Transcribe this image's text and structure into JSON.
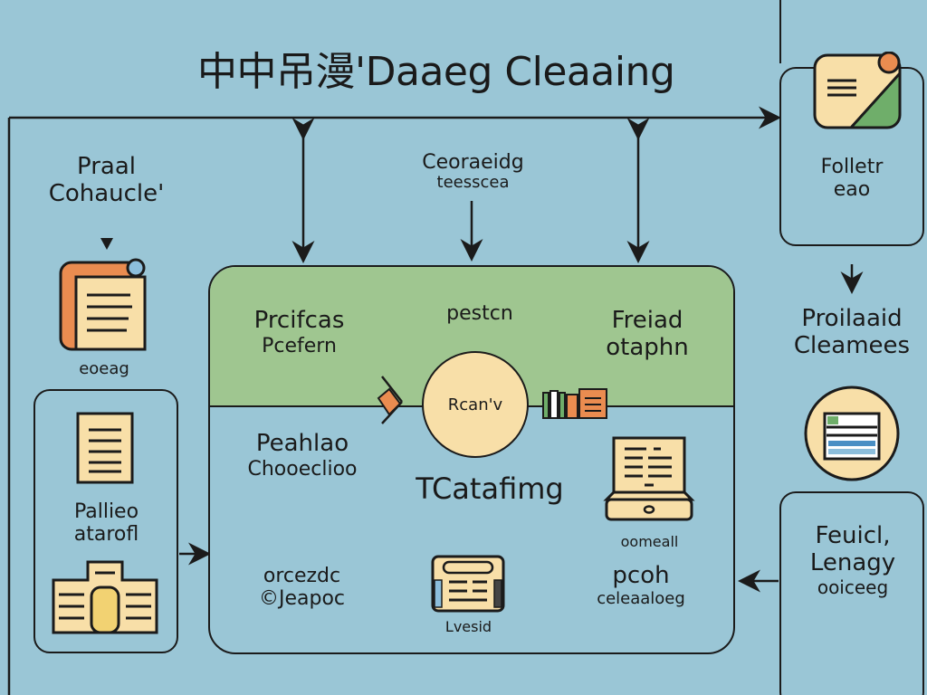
{
  "diagram": {
    "title": "中中吊漫'Daaeg Cleaaing",
    "colors": {
      "background": "#9ac6d6",
      "green_panel": "#9fc690",
      "cream": "#f8dfa8",
      "orange": "#ea8c50",
      "yellow": "#f2d272",
      "green_accent": "#6fae6a",
      "blue_accent": "#4a8fc4",
      "ink": "#1b1b1b"
    },
    "left_top": {
      "heading_line1": "Praal",
      "heading_line2": "Cohaucle'",
      "icon": "notebook-icon",
      "caption": "eoeag"
    },
    "left_box": {
      "icon_top": "document-icon",
      "label_line1": "Pallieo",
      "label_line2": "atarofl",
      "icon_bottom": "building-icon"
    },
    "top_center": {
      "label_line1": "Ceoraeidg",
      "label_line2": "teesscea"
    },
    "center_panel": {
      "top_left_line1": "Prcifcas",
      "top_left_line2": "Pcefern",
      "top_middle": "pestcn",
      "top_right_line1": "Freiad",
      "top_right_line2": "otaphn",
      "hub_label": "Rcan'v",
      "hub_left_icon": "tag-icon",
      "hub_right_icon": "books-icon",
      "bottom_left_line1": "Peahlao",
      "bottom_left_line2": "Chooeclioo",
      "center_label": "TCatafimg",
      "computer_icon": "computer-icon",
      "computer_caption": "oomeall",
      "bottom_row_left_line1": "orcezdc",
      "bottom_row_left_line2": "©Jeapoc",
      "storage_icon": "storage-icon",
      "storage_caption": "Lvesid",
      "bottom_row_right_line1": "pcoh",
      "bottom_row_right_line2": "celeaaloeg"
    },
    "right_top_box": {
      "icon": "file-note-icon",
      "label_line1": "Folletr",
      "label_line2": "eao"
    },
    "right_middle": {
      "label_line1": "Proilaaid",
      "label_line2": "Cleamees",
      "icon": "window-list-icon"
    },
    "right_bottom_box": {
      "label_line1": "Feuicl,",
      "label_line2": "Lenagy",
      "label_line3": "ooiceeg"
    }
  }
}
